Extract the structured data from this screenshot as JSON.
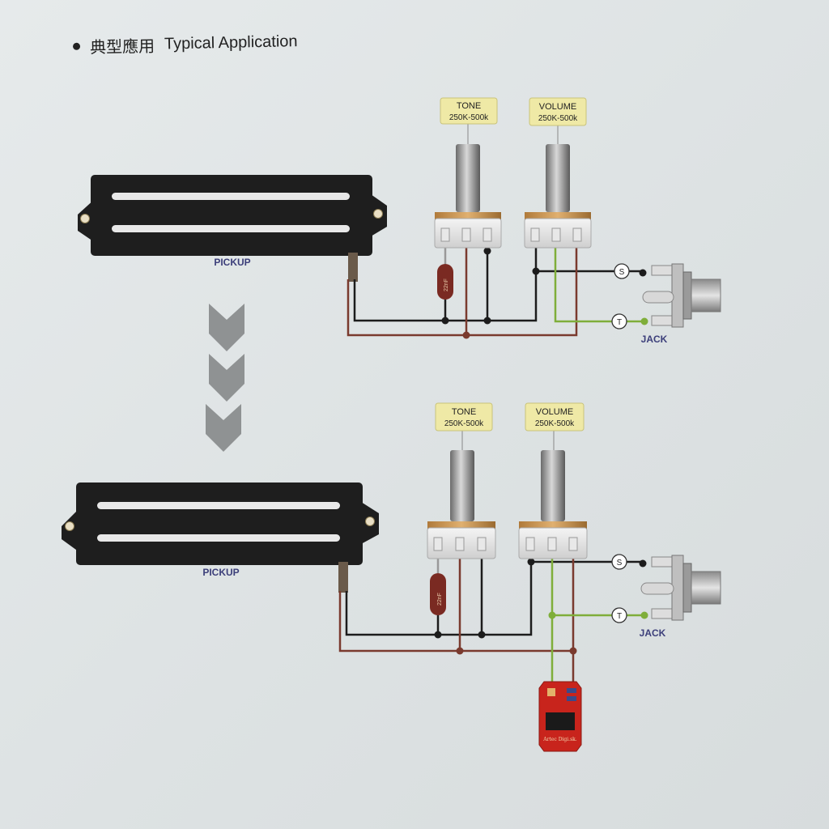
{
  "heading": {
    "chinese": "典型應用",
    "english": "Typical Application"
  },
  "diagrams": [
    {
      "pickup_label": "PICKUP",
      "tone": {
        "name": "TONE",
        "value": "250K-500k"
      },
      "volume": {
        "name": "VOLUME",
        "value": "250K-500k"
      },
      "capacitor": "22nF",
      "jack_label": "JACK",
      "jack_terminals": [
        "S",
        "T"
      ]
    },
    {
      "pickup_label": "PICKUP",
      "tone": {
        "name": "TONE",
        "value": "250K-500k"
      },
      "volume": {
        "name": "VOLUME",
        "value": "250K-500k"
      },
      "capacitor": "22nF",
      "jack_label": "JACK",
      "jack_terminals": [
        "S",
        "T"
      ],
      "module_text": "Artec Digi.sk."
    }
  ],
  "colors": {
    "wire_black": "#1c1c1c",
    "wire_red": "#7a3a2e",
    "wire_green": "#7fae3a",
    "pickup": "#1e1e1e",
    "label_bg": "#efe9a6",
    "label_text": "#3c3f7a",
    "module": "#c8241c"
  }
}
